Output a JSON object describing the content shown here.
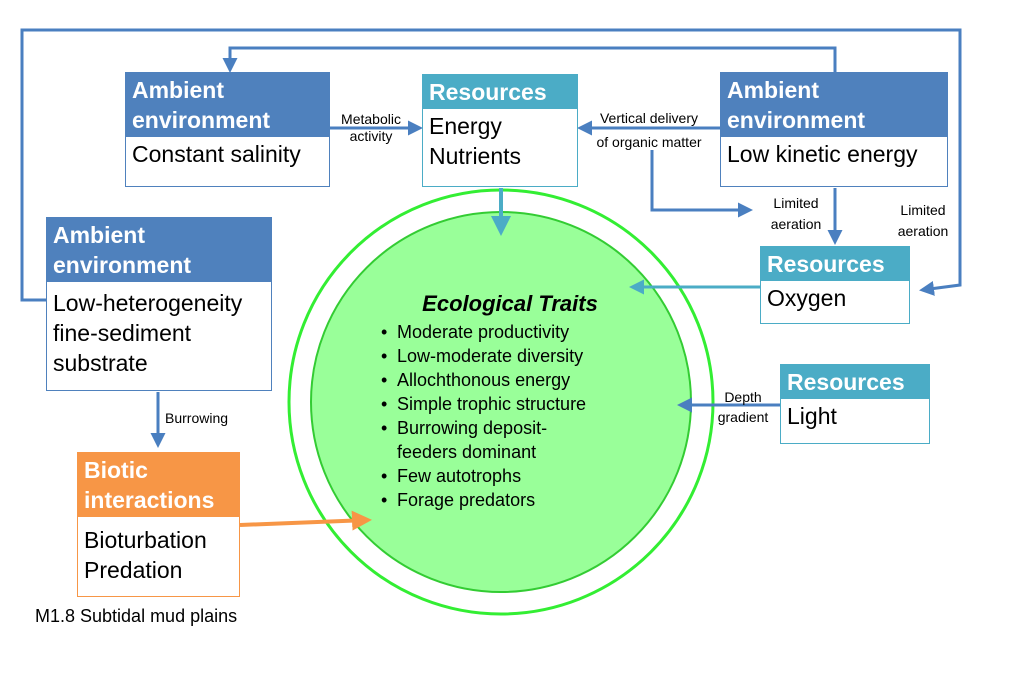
{
  "boxes": {
    "ambient_salinity": {
      "header_lines": [
        "Ambient",
        "environment"
      ],
      "body_lines": [
        "Constant salinity"
      ]
    },
    "resources_energy": {
      "header_lines": [
        "Resources"
      ],
      "body_lines": [
        "Energy",
        "Nutrients"
      ]
    },
    "ambient_kinetic": {
      "header_lines": [
        "Ambient",
        "environment"
      ],
      "body_lines": [
        "Low kinetic energy"
      ]
    },
    "ambient_substrate": {
      "header_lines": [
        "Ambient",
        "environment"
      ],
      "body_lines": [
        "Low-heterogeneity",
        "fine-sediment",
        "substrate"
      ]
    },
    "resources_oxygen": {
      "header_lines": [
        "Resources"
      ],
      "body_lines": [
        "Oxygen"
      ]
    },
    "resources_light": {
      "header_lines": [
        "Resources"
      ],
      "body_lines": [
        "Light"
      ]
    },
    "biotic": {
      "header_lines": [
        "Biotic",
        "interactions"
      ],
      "body_lines": [
        "Bioturbation",
        "Predation"
      ]
    }
  },
  "connector_labels": {
    "metabolic": [
      "Metabolic",
      "activity"
    ],
    "vertical": [
      "Vertical delivery",
      "of organic matter"
    ],
    "aeration_inner": [
      "Limited",
      "aeration"
    ],
    "aeration_outer": [
      "Limited",
      "aeration"
    ],
    "depth": [
      "Depth",
      "gradient"
    ],
    "burrowing": [
      "Burrowing"
    ]
  },
  "traits": {
    "title": "Ecological Traits",
    "items": [
      "Moderate productivity",
      "Low-moderate diversity",
      "Allochthonous energy",
      "Simple trophic structure",
      "Burrowing deposit-",
      "feeders dominant",
      "Few autotrophs",
      "Forage predators"
    ]
  },
  "caption": "M1.8 Subtidal mud plains",
  "colors": {
    "ambient": "#4f81bd",
    "resources": "#4bacc6",
    "biotic": "#f79646",
    "circle_fill": "#99ff99",
    "circle_ring": "#33ee33",
    "arrow_blue": "#4a7fc0",
    "arrow_teal": "#4bacc6",
    "arrow_orange": "#f79646"
  }
}
